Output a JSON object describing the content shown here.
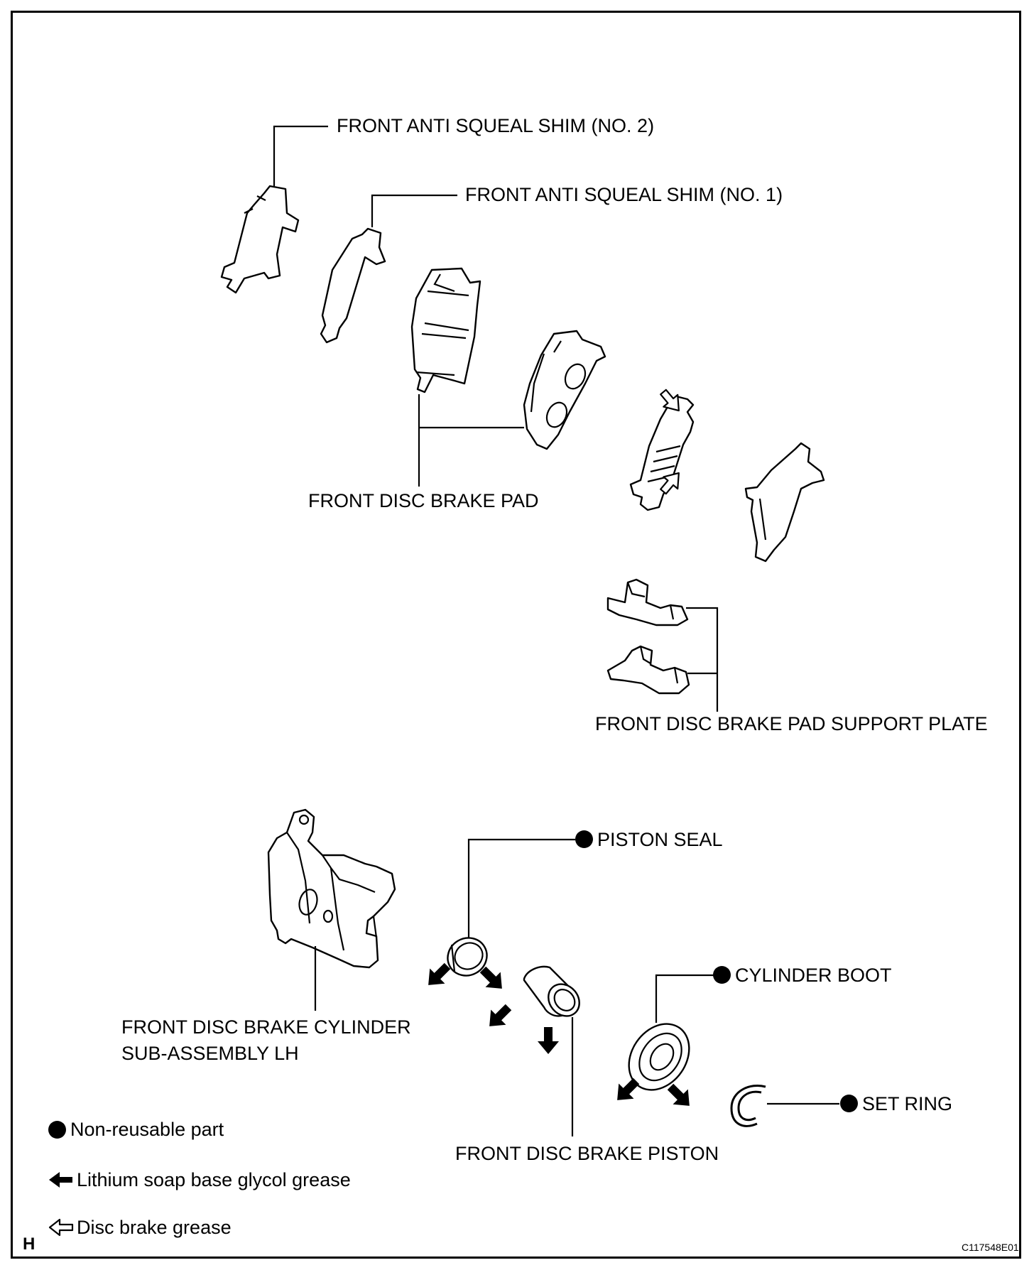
{
  "labels": {
    "anti_squeal_shim_no2": "FRONT ANTI SQUEAL SHIM (NO. 2)",
    "anti_squeal_shim_no1": "FRONT ANTI SQUEAL SHIM (NO. 1)",
    "disc_brake_pad": "FRONT DISC BRAKE PAD",
    "pad_support_plate": "FRONT DISC BRAKE PAD SUPPORT PLATE",
    "piston_seal": "PISTON SEAL",
    "cylinder_boot": "CYLINDER BOOT",
    "set_ring": "SET RING",
    "cylinder_sub_assembly_line1": "FRONT DISC BRAKE CYLINDER",
    "cylinder_sub_assembly_line2": "SUB-ASSEMBLY LH",
    "disc_brake_piston": "FRONT DISC BRAKE PISTON"
  },
  "legend": {
    "non_reusable": "Non-reusable part",
    "lithium_grease": "Lithium soap base glycol grease",
    "disc_brake_grease": "Disc brake grease"
  },
  "footer": {
    "left_mark": "H",
    "figure_code": "C117548E01"
  },
  "icons": {
    "non_reusable": "filled-circle-icon",
    "lithium_grease": "solid-arrow-icon",
    "disc_brake_grease": "hollow-arrow-icon"
  }
}
